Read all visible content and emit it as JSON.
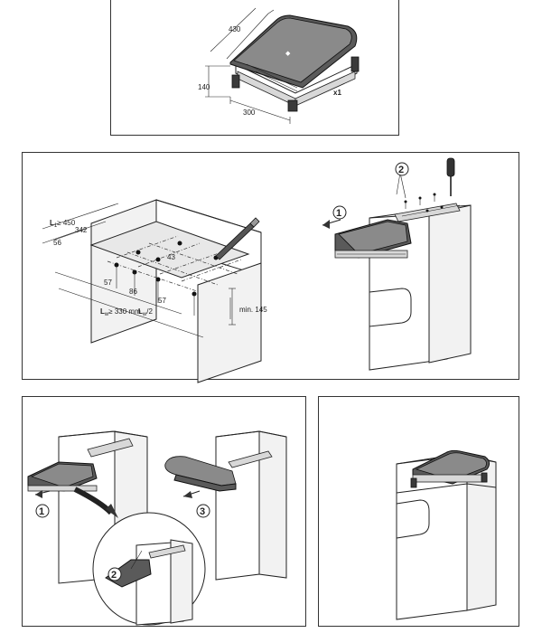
{
  "package": {
    "dim_length": "430",
    "dim_height": "140",
    "dim_width": "300",
    "quantity": "x1"
  },
  "installation": {
    "label_l1": "L",
    "label_l1_sub": "1",
    "label_l1_value": "≥ 450",
    "dim_342": "342",
    "dim_56": "56",
    "dim_43": "43",
    "dim_57_left": "57",
    "dim_86": "86",
    "dim_57_right": "57",
    "label_lw_half": "L",
    "label_lw_half_sub": "w",
    "label_lw_half_value": "/2",
    "label_lw": "L",
    "label_lw_sub": "w",
    "label_lw_value": "≥ 330 mm",
    "min_height": "min. 145"
  },
  "steps": {
    "step1": "1",
    "step2": "2",
    "step3": "3"
  },
  "colors": {
    "line": "#222222",
    "board": "#5a5a5a",
    "shade": "#e6e6e6"
  }
}
